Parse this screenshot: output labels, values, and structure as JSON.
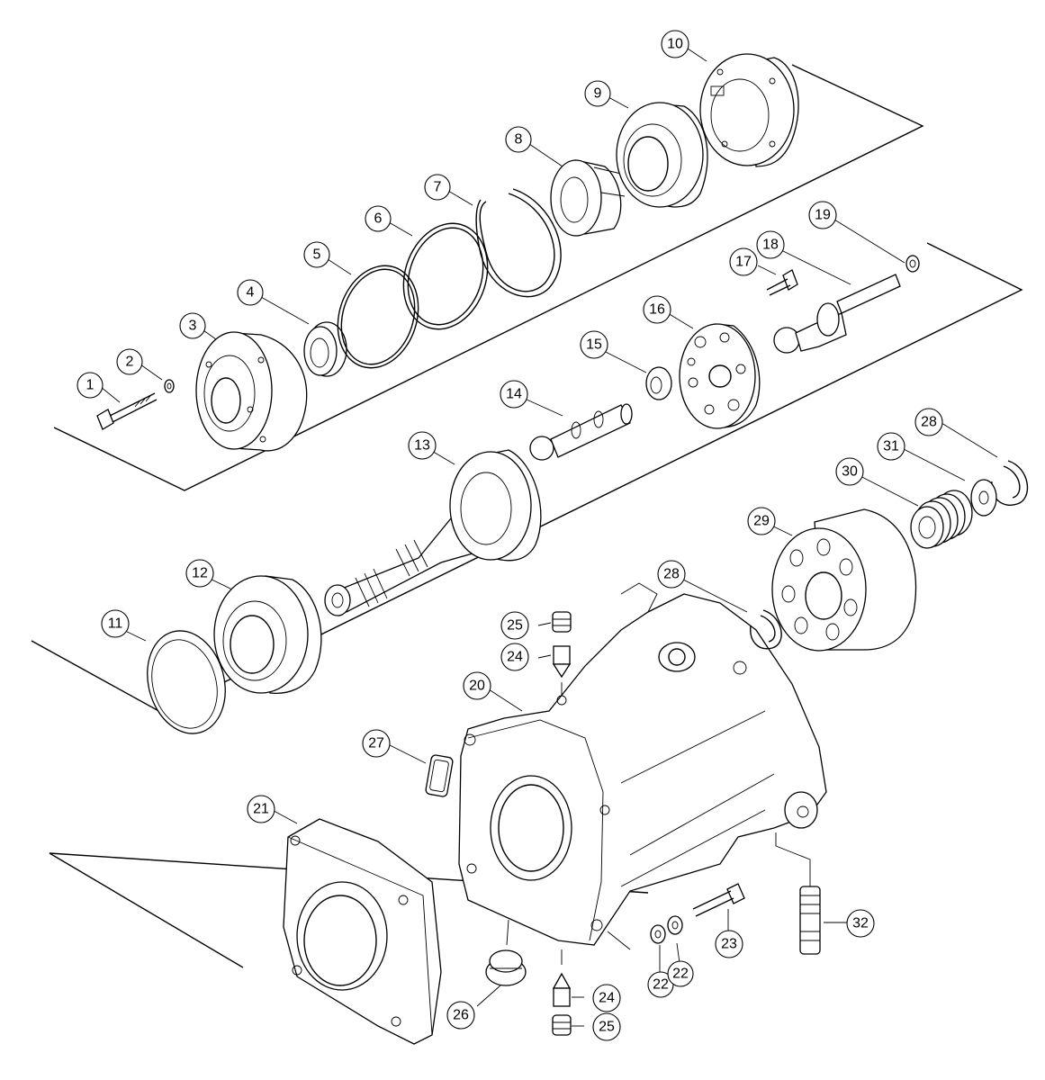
{
  "callouts": [
    {
      "id": "c1",
      "label": "1"
    },
    {
      "id": "c2",
      "label": "2"
    },
    {
      "id": "c3",
      "label": "3"
    },
    {
      "id": "c4",
      "label": "4"
    },
    {
      "id": "c5",
      "label": "5"
    },
    {
      "id": "c6",
      "label": "6"
    },
    {
      "id": "c7",
      "label": "7"
    },
    {
      "id": "c8",
      "label": "8"
    },
    {
      "id": "c9",
      "label": "9"
    },
    {
      "id": "c10",
      "label": "10"
    },
    {
      "id": "c11",
      "label": "11"
    },
    {
      "id": "c12",
      "label": "12"
    },
    {
      "id": "c13",
      "label": "13"
    },
    {
      "id": "c14",
      "label": "14"
    },
    {
      "id": "c15",
      "label": "15"
    },
    {
      "id": "c16",
      "label": "16"
    },
    {
      "id": "c17",
      "label": "17"
    },
    {
      "id": "c18",
      "label": "18"
    },
    {
      "id": "c19",
      "label": "19"
    },
    {
      "id": "c20",
      "label": "20"
    },
    {
      "id": "c21",
      "label": "21"
    },
    {
      "id": "c22a",
      "label": "22"
    },
    {
      "id": "c22b",
      "label": "22"
    },
    {
      "id": "c23",
      "label": "23"
    },
    {
      "id": "c24a",
      "label": "24"
    },
    {
      "id": "c24b",
      "label": "24"
    },
    {
      "id": "c25a",
      "label": "25"
    },
    {
      "id": "c25b",
      "label": "25"
    },
    {
      "id": "c26",
      "label": "26"
    },
    {
      "id": "c27",
      "label": "27"
    },
    {
      "id": "c28a",
      "label": "28"
    },
    {
      "id": "c28b",
      "label": "28"
    },
    {
      "id": "c29",
      "label": "29"
    },
    {
      "id": "c30",
      "label": "30"
    },
    {
      "id": "c31",
      "label": "31"
    },
    {
      "id": "c32",
      "label": "32"
    }
  ]
}
